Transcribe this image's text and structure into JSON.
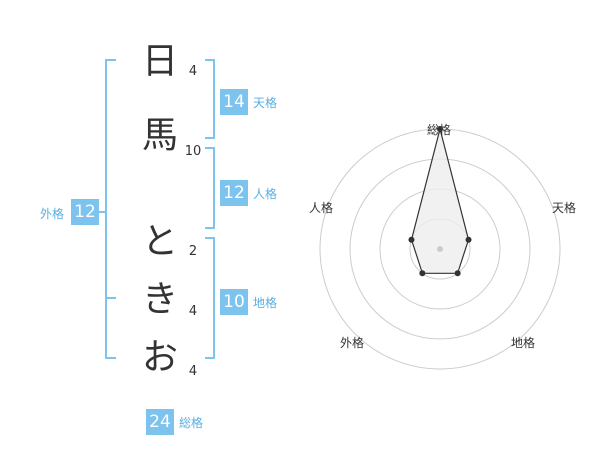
{
  "name": {
    "characters": [
      {
        "char": "日",
        "strokes": "4"
      },
      {
        "char": "馬",
        "strokes": "10"
      },
      {
        "char": "と",
        "strokes": "2"
      },
      {
        "char": "き",
        "strokes": "4"
      },
      {
        "char": "お",
        "strokes": "4"
      }
    ]
  },
  "kakusu": {
    "tenkaku": {
      "value": "14",
      "label": "天格"
    },
    "jinkaku": {
      "value": "12",
      "label": "人格"
    },
    "chikaku": {
      "value": "10",
      "label": "地格"
    },
    "gaikaku": {
      "value": "12",
      "label": "外格"
    },
    "soukaku": {
      "value": "24",
      "label": "総格"
    }
  },
  "radar": {
    "axes": [
      "総格",
      "天格",
      "地格",
      "外格",
      "人格"
    ],
    "levels": 4,
    "values": [
      4,
      1,
      1,
      1,
      1
    ]
  },
  "colors": {
    "accent": "#7cc3ee",
    "text": "#333333",
    "radar_line": "#333333",
    "radar_fill": "#eeeeee",
    "ring": "#cccccc"
  }
}
